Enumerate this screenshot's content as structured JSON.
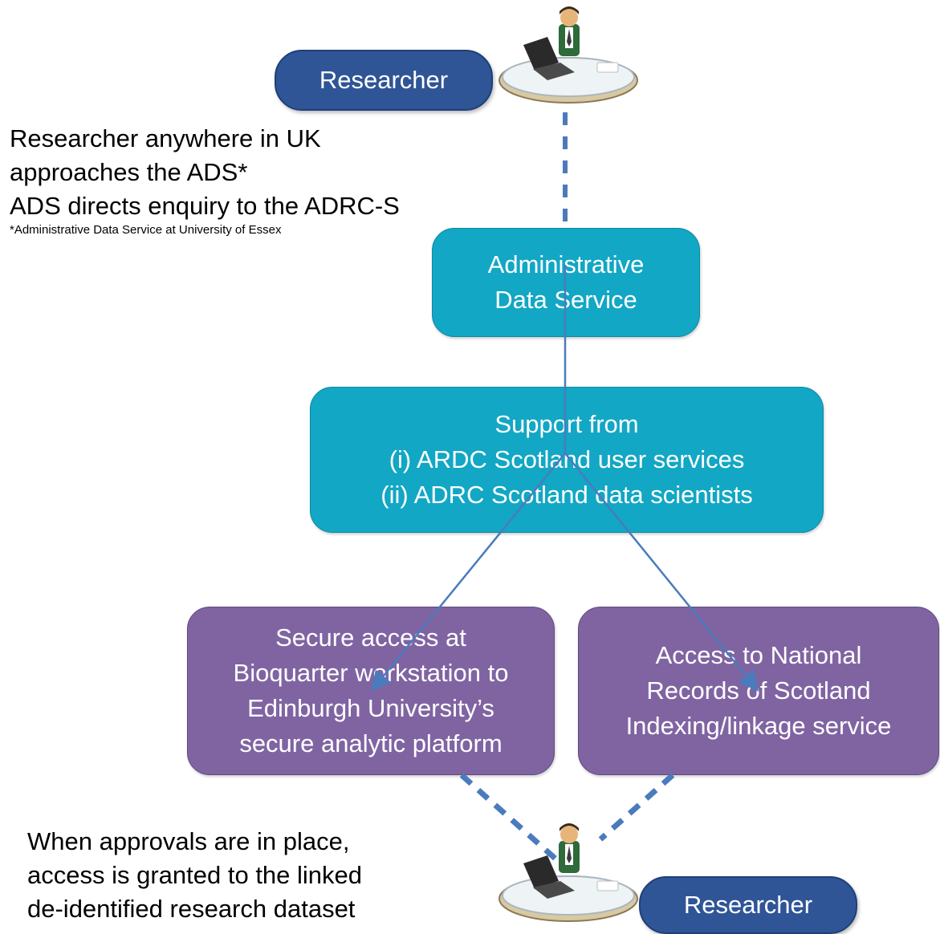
{
  "top_researcher": {
    "label": "Researcher"
  },
  "bottom_researcher": {
    "label": "Researcher"
  },
  "intro": {
    "lines": [
      "Researcher anywhere in UK",
      "approaches the ADS*",
      "ADS directs enquiry to the ADRC-S"
    ],
    "footnote": "*Administrative Data Service at University of Essex"
  },
  "ads_box": {
    "lines": [
      "Administrative",
      "Data Service"
    ]
  },
  "support_box": {
    "lines": [
      "Support from",
      "(i) ARDC Scotland user services",
      "(ii) ADRC Scotland data scientists"
    ]
  },
  "secure_box": {
    "lines": [
      "Secure access at",
      "Bioquarter workstation to",
      "Edinburgh University’s",
      "secure analytic platform"
    ]
  },
  "nrs_box": {
    "lines": [
      "Access to National",
      "Records of Scotland",
      "Indexing/linkage service"
    ]
  },
  "outcome": {
    "lines": [
      "When approvals are in place,",
      "access is granted to the linked",
      "de-identified research dataset"
    ]
  },
  "colors": {
    "pill": "#2f5597",
    "teal": "#12a7c4",
    "purple": "#8064a2",
    "connector": "#4a7bbd"
  }
}
